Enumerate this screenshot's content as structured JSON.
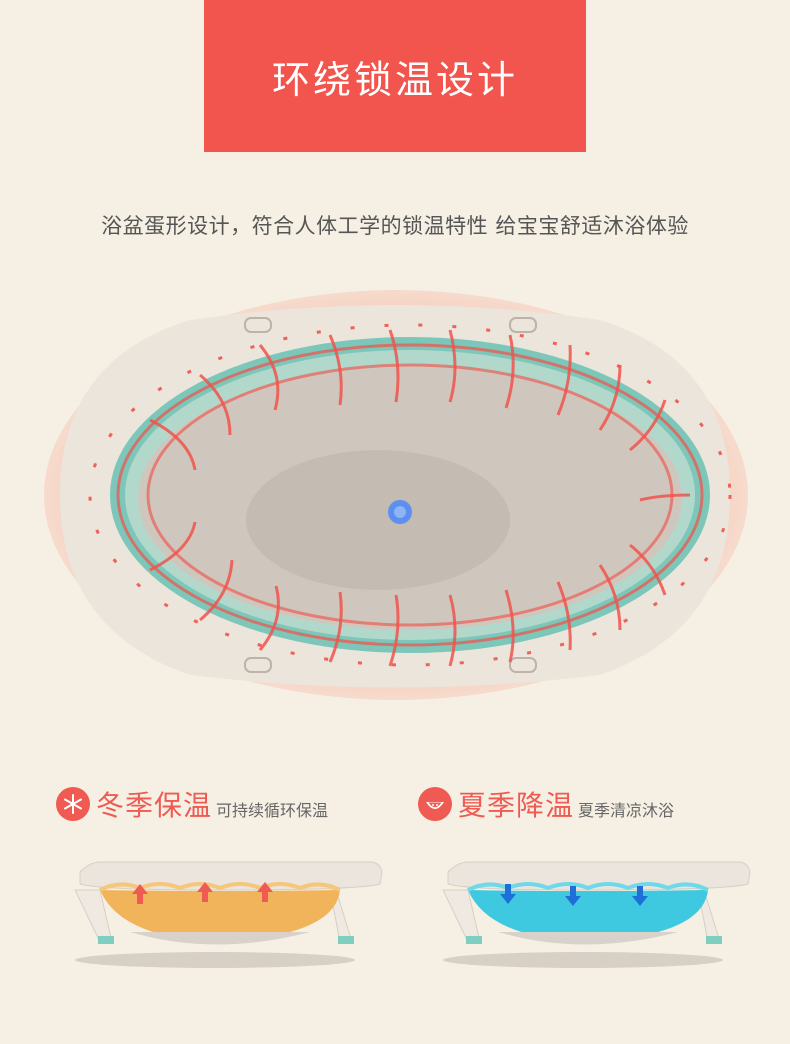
{
  "banner": {
    "title": "环绕锁温设计"
  },
  "subtitle": "浴盆蛋形设计，符合人体工学的锁温特性  给宝宝舒适沐浴体验",
  "features": {
    "winter": {
      "title": "冬季保温",
      "desc": "可持续循环保温",
      "icon": "snowflake-icon",
      "fill_color": "#f2b45a"
    },
    "summer": {
      "title": "夏季降温",
      "desc": "夏季清凉沐浴",
      "icon": "watermelon-icon",
      "fill_color": "#3fc9e0"
    }
  },
  "colors": {
    "accent": "#ef5a52",
    "background": "#f6f0e4",
    "tub_rim": "#ece4da",
    "tub_inner_ring": "#76c6b8",
    "drain": "#5b8ff0"
  }
}
